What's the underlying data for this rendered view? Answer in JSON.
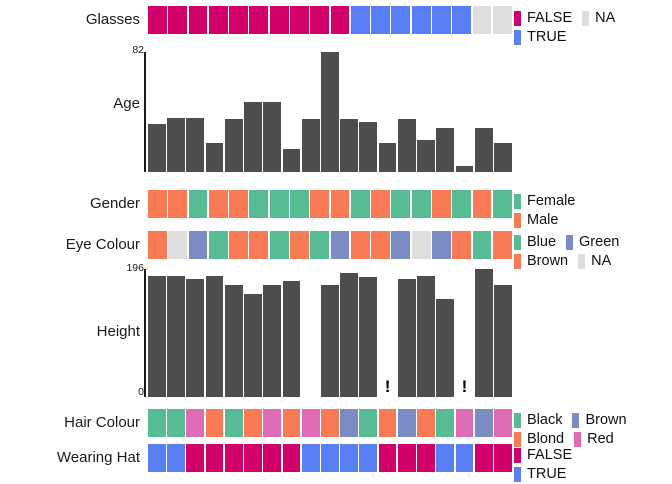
{
  "chart_data": {
    "type": "table",
    "title": "",
    "n_observations": 18,
    "panels": [
      {
        "name": "Glasses",
        "label": "Glasses",
        "kind": "categorical-strip",
        "values": [
          "FALSE",
          "FALSE",
          "FALSE",
          "FALSE",
          "FALSE",
          "FALSE",
          "FALSE",
          "FALSE",
          "FALSE",
          "FALSE",
          "TRUE",
          "TRUE",
          "TRUE",
          "TRUE",
          "TRUE",
          "TRUE",
          "NA",
          "NA"
        ],
        "legend": {
          "position": "right",
          "entries": [
            {
              "label": "FALSE",
              "color": "#d1006a"
            },
            {
              "label": "NA",
              "color": "#dedede"
            },
            {
              "label": "TRUE",
              "color": "#5a7ff5"
            }
          ]
        }
      },
      {
        "name": "Age",
        "label": "Age",
        "kind": "bar",
        "ylabel": "Age",
        "ylim": [
          0,
          82
        ],
        "ymax_tick": "82",
        "ymin_tick": "0",
        "values": [
          33,
          37,
          37,
          20,
          36,
          48,
          48,
          16,
          36,
          82,
          36,
          34,
          20,
          36,
          22,
          30,
          4,
          30,
          20
        ]
      },
      {
        "name": "Gender",
        "label": "Gender",
        "kind": "categorical-strip",
        "values": [
          "Male",
          "Male",
          "Female",
          "Male",
          "Male",
          "Female",
          "Female",
          "Female",
          "Male",
          "Male",
          "Female",
          "Male",
          "Female",
          "Female",
          "Male",
          "Female",
          "Male",
          "Female"
        ],
        "legend": {
          "position": "right",
          "entries": [
            {
              "label": "Female",
              "color": "#57bc94"
            },
            {
              "label": "Male",
              "color": "#f97b55"
            }
          ]
        }
      },
      {
        "name": "Eye Colour",
        "label": "Eye Colour",
        "kind": "categorical-strip",
        "values": [
          "Brown",
          "NA",
          "Green",
          "Blue",
          "Brown",
          "Brown",
          "Blue",
          "Brown",
          "Blue",
          "Green",
          "Brown",
          "Brown",
          "Green",
          "NA",
          "Green",
          "Brown",
          "Blue",
          "Brown"
        ],
        "legend": {
          "position": "right",
          "entries": [
            {
              "label": "Blue",
              "color": "#57bc94"
            },
            {
              "label": "Green",
              "color": "#7b8bc4"
            },
            {
              "label": "Brown",
              "color": "#f97b55"
            },
            {
              "label": "NA",
              "color": "#dedede"
            }
          ]
        }
      },
      {
        "name": "Height",
        "label": "Height",
        "kind": "bar",
        "ylabel": "Height",
        "ylim": [
          0,
          196
        ],
        "ymax_tick": "196",
        "ymin_tick": "0",
        "values": [
          186,
          186,
          180,
          186,
          172,
          158,
          172,
          177,
          null,
          172,
          190,
          184,
          null,
          180,
          186,
          150,
          null,
          196,
          172
        ],
        "flagged_indices": [
          12,
          16
        ],
        "flag_symbol": "!"
      },
      {
        "name": "Hair Colour",
        "label": "Hair Colour",
        "kind": "categorical-strip",
        "values": [
          "Black",
          "Black",
          "Red",
          "Blond",
          "Black",
          "Blond",
          "Red",
          "Blond",
          "Red",
          "Blond",
          "Brown",
          "Black",
          "Blond",
          "Brown",
          "Blond",
          "Black",
          "Red",
          "Brown",
          "Red"
        ],
        "legend": {
          "position": "right",
          "entries": [
            {
              "label": "Black",
              "color": "#57bc94"
            },
            {
              "label": "Brown",
              "color": "#7b8bc4"
            },
            {
              "label": "Blond",
              "color": "#f97b55"
            },
            {
              "label": "Red",
              "color": "#dd6cb5"
            }
          ]
        }
      },
      {
        "name": "Wearing Hat",
        "label": "Wearing Hat",
        "kind": "categorical-strip",
        "values": [
          "TRUE",
          "TRUE",
          "FALSE",
          "FALSE",
          "FALSE",
          "FALSE",
          "FALSE",
          "FALSE",
          "TRUE",
          "TRUE",
          "TRUE",
          "TRUE",
          "FALSE",
          "FALSE",
          "FALSE",
          "TRUE",
          "TRUE",
          "FALSE",
          "FALSE"
        ],
        "legend": {
          "position": "right",
          "entries": [
            {
              "label": "FALSE",
              "color": "#d1006a"
            },
            {
              "label": "TRUE",
              "color": "#5a7ff5"
            }
          ]
        }
      }
    ],
    "colors": {
      "false": "#d1006a",
      "true": "#5a7ff5",
      "na": "#dedede",
      "female": "#57bc94",
      "male": "#f97b55",
      "blue": "#57bc94",
      "green": "#7b8bc4",
      "brown_eye": "#f97b55",
      "black_hair": "#57bc94",
      "brown_hair": "#7b8bc4",
      "blond_hair": "#f97b55",
      "red_hair": "#dd6cb5",
      "bar": "#4d4d4d",
      "axis": "#1a1a1a"
    }
  }
}
